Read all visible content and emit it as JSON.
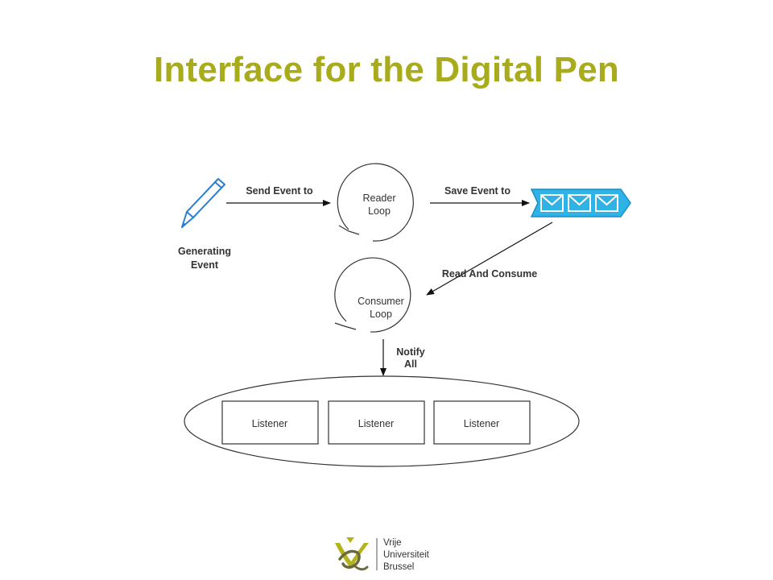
{
  "slide": {
    "title": "Interface for the Digital Pen"
  },
  "nodes": {
    "pen_label_line1": "Generating",
    "pen_label_line2": "Event",
    "reader_line1": "Reader",
    "reader_line2": "Loop",
    "consumer_line1": "Consumer",
    "consumer_line2": "Loop",
    "listeners": [
      "Listener",
      "Listener",
      "Listener"
    ]
  },
  "edges": {
    "send_event": "Send Event to",
    "save_event": "Save Event to",
    "read_consume": "Read And Consume",
    "notify_line1": "Notify",
    "notify_line2": "All"
  },
  "logo": {
    "line1": "Vrije",
    "line2": "Universiteit",
    "line3": "Brussel"
  },
  "colors": {
    "title": "#a8ab1b",
    "pen": "#2a7fd4",
    "queue_fill": "#2fb2e6",
    "queue_stroke": "#1c8fc4",
    "logo_green": "#b5b31c",
    "logo_dark": "#6a6a3a"
  }
}
